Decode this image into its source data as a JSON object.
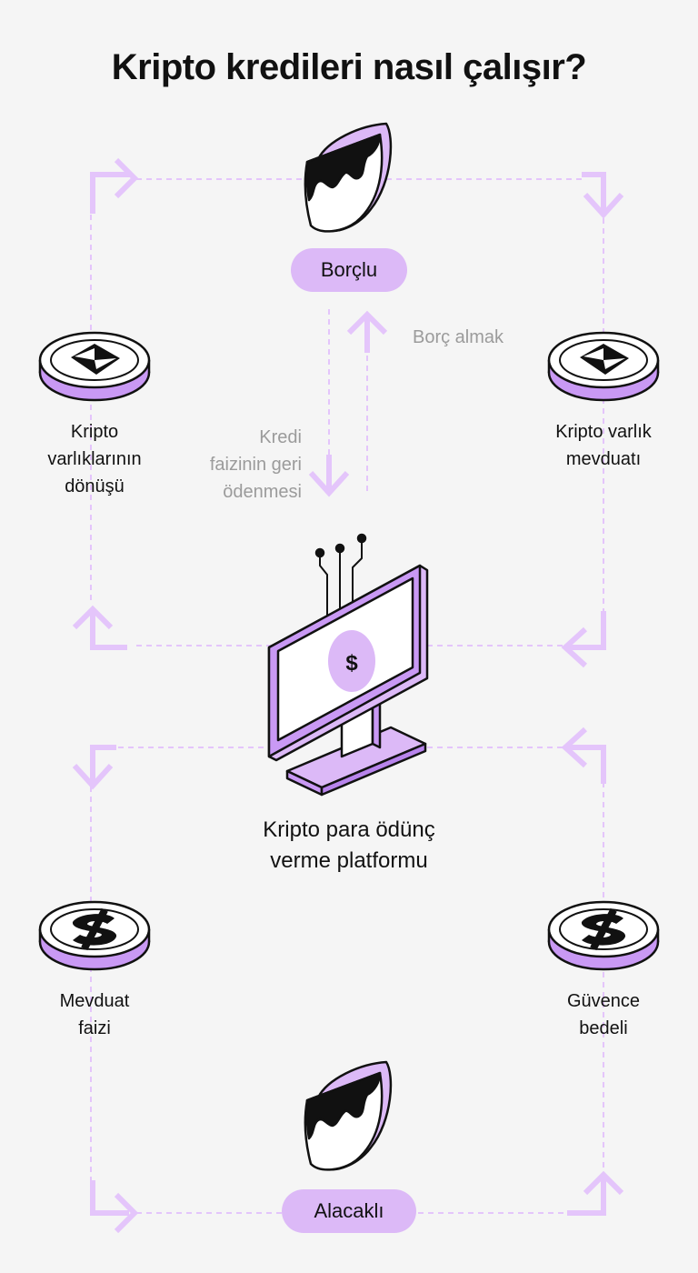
{
  "title": "Kripto kredileri nasıl çalışır?",
  "nodes": {
    "borrower": "Borçlu",
    "lender": "Alacaklı",
    "platform": [
      "Kripto para ödünç",
      "verme platformu"
    ]
  },
  "labels": {
    "borrow": "Borç almak",
    "repay": [
      "Kredi",
      "faizinin geri",
      "ödenmesi"
    ],
    "return_assets": [
      "Kripto",
      "varlıklarının",
      "dönüşü"
    ],
    "deposit_assets": [
      "Kripto varlık",
      "mevduatı"
    ],
    "deposit_interest": [
      "Mevduat",
      "faizi"
    ],
    "collateral_fee": [
      "Güvence",
      "bedeli"
    ]
  },
  "colors": {
    "accent": "#dcb9f7",
    "accent_dark": "#b884ec",
    "flow": "#e4c5fb",
    "muted_text": "#9b9b9b",
    "background": "#f5f5f5"
  },
  "icons": {
    "borrower": "person-head-icon",
    "lender": "person-head-icon",
    "platform": "monitor-dollar-icon",
    "coin_top_left": "ethereum-coin-icon",
    "coin_top_right": "ethereum-coin-icon",
    "coin_bottom_left": "dollar-coin-icon",
    "coin_bottom_right": "dollar-coin-icon"
  }
}
